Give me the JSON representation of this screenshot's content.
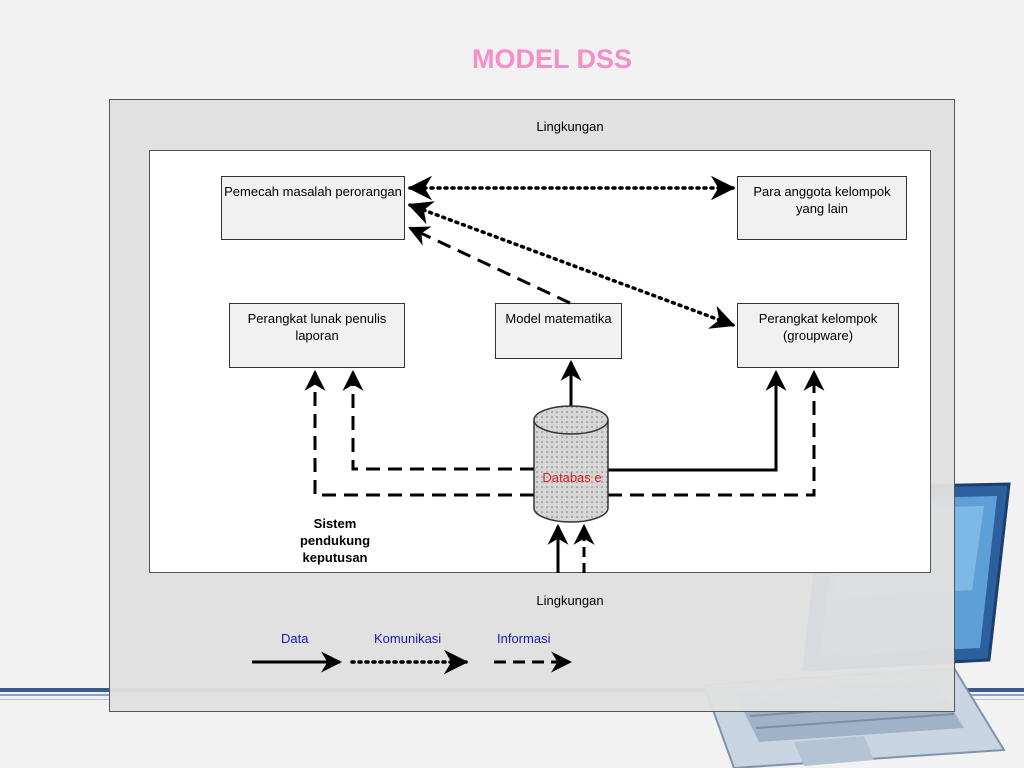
{
  "title": "MODEL DSS",
  "environment_top": "Lingkungan",
  "environment_bottom": "Lingkungan",
  "boxes": {
    "individual": "Pemecah masalah perorangan",
    "group_members": "Para anggota kelompok yang lain",
    "report_software": "Perangkat lunak penulis laporan",
    "math_model": "Model matematika",
    "groupware": "Perangkat kelompok (groupware)"
  },
  "database_label": "Databas e",
  "system_label": "Sistem pendukung keputusan",
  "legend": {
    "data": "Data",
    "communication": "Komunikasi",
    "information": "Informasi"
  }
}
